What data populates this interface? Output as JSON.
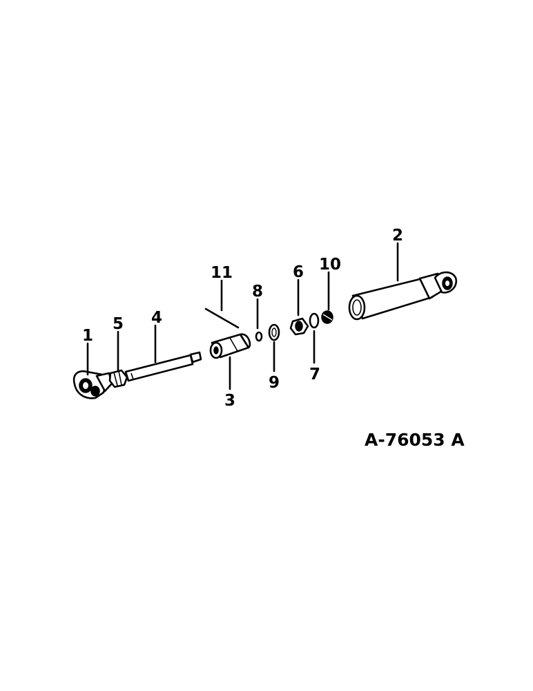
{
  "callouts": [
    {
      "label": "1"
    },
    {
      "label": "2"
    },
    {
      "label": "3"
    },
    {
      "label": "4"
    },
    {
      "label": "5"
    },
    {
      "label": "6"
    },
    {
      "label": "7"
    },
    {
      "label": "8"
    },
    {
      "label": "9"
    },
    {
      "label": "10"
    },
    {
      "label": "11"
    }
  ],
  "drawing_number": "A-76053 A"
}
